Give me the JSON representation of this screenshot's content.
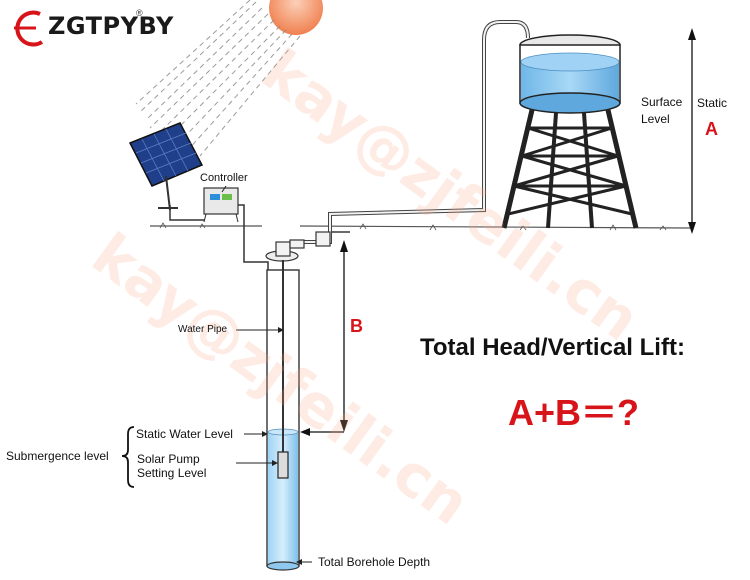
{
  "logo": {
    "brand": "ZGTPYBY",
    "registered": "®"
  },
  "labels": {
    "controller": "Controller",
    "water_pipe": "Water Pipe",
    "surface_level": "Surface\nLevel",
    "static": "Static",
    "letter_a": "A",
    "letter_b": "B",
    "static_water_level": "Static Water Level",
    "submergence_level": "Submergence level",
    "solar_pump_setting_level": "Solar Pump\nSetting Level",
    "total_borehole_depth": "Total Borehole Depth"
  },
  "title": "Total Head/Vertical Lift:",
  "formula": "A+B＝?",
  "watermark": "kay@zjfeili.cn",
  "colors": {
    "accent_red": "#d8141b",
    "water_blue": "#7fc4ee",
    "sun_orange": "#f28a55",
    "logo_red": "#d8141b"
  }
}
